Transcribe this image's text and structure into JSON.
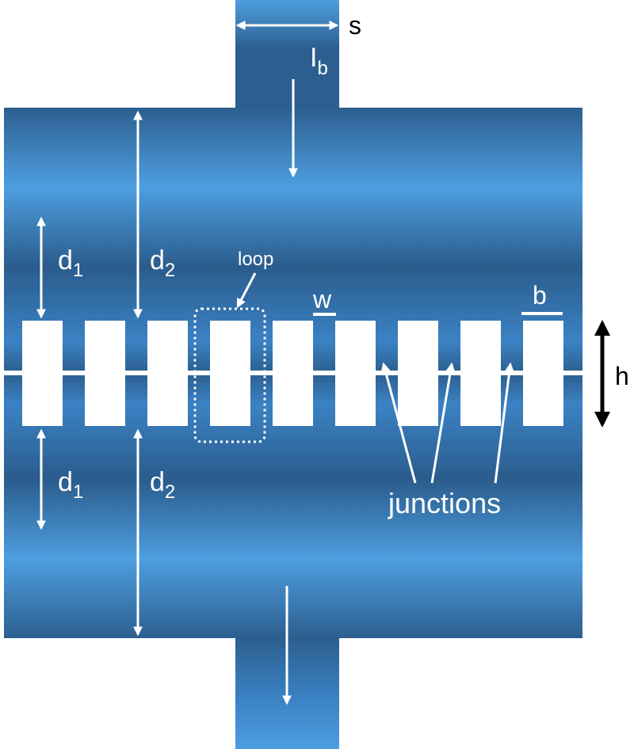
{
  "labels": {
    "s": "s",
    "ib_main": "I",
    "ib_sub": "b",
    "d1_main": "d",
    "d1_sub": "1",
    "d2_main": "d",
    "d2_sub": "2",
    "loop": "loop",
    "w": "w",
    "b": "b",
    "h": "h",
    "junctions": "junctions"
  },
  "colors": {
    "film_light": "#4e9ee0",
    "film_dark": "#2c5f8f",
    "annotation_white": "#ffffff",
    "annotation_black": "#000000"
  },
  "structure": {
    "hole_count": 9,
    "junction_arrow_count": 3
  }
}
